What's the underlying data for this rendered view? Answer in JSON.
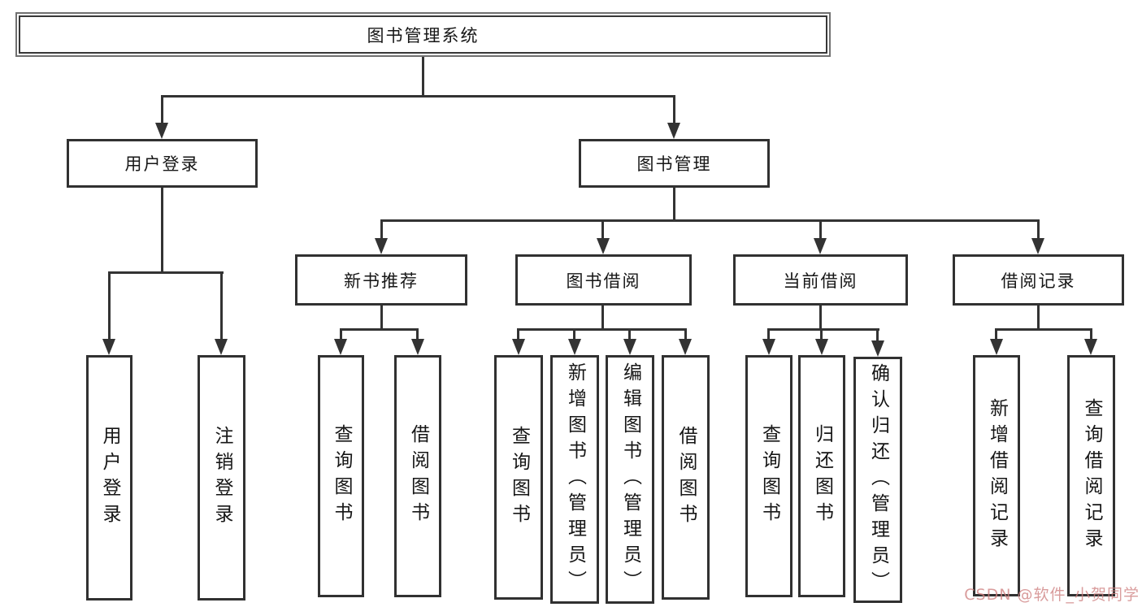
{
  "diagram": {
    "root": "图书管理系统",
    "level2": [
      "用户登录",
      "图书管理"
    ],
    "level3": [
      "新书推荐",
      "图书借阅",
      "当前借阅",
      "借阅记录"
    ],
    "leaves": {
      "login": [
        "用户登录",
        "注销登录"
      ],
      "recommend": [
        "查询图书",
        "借阅图书"
      ],
      "borrow": [
        "查询图书",
        "新增图书（管理员）",
        "编辑图书（管理员）",
        "借阅图书"
      ],
      "current": [
        "查询图书",
        "归还图书",
        "确认归还（管理员）"
      ],
      "records": [
        "新增借阅记录",
        "查询借阅记录"
      ]
    }
  },
  "watermark": {
    "text": "CSDN @软件_小贺同学",
    "color": "#ce8080"
  },
  "colors": {
    "line": "#333333",
    "box_border": "#313131",
    "background": "#ffffff",
    "text": "#161616"
  }
}
